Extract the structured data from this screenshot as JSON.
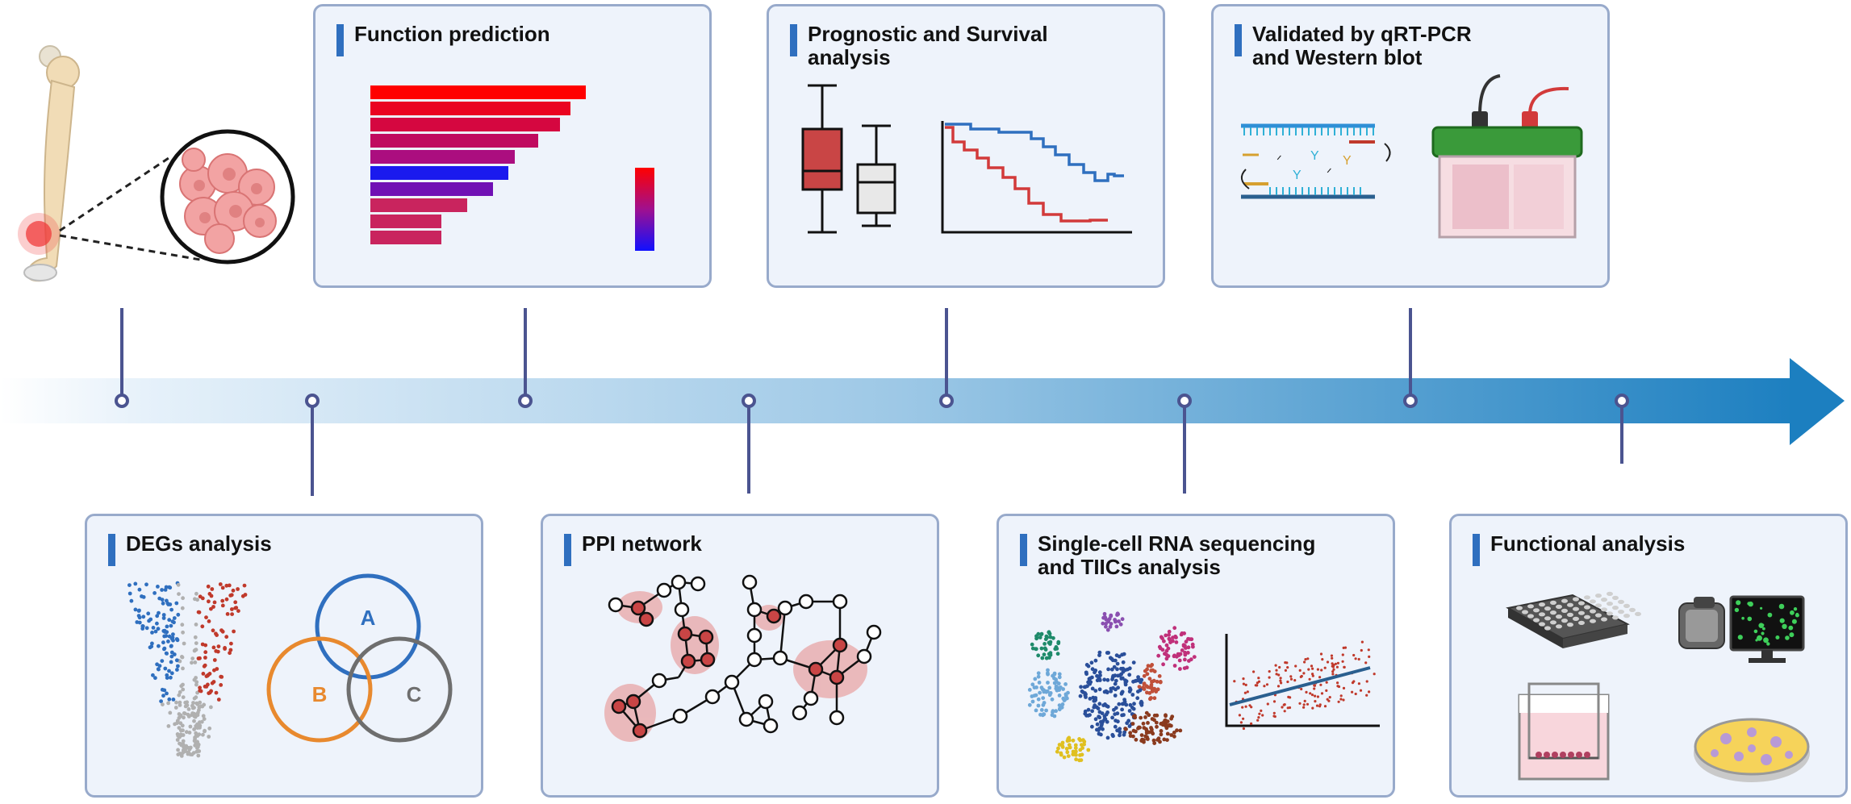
{
  "panels": {
    "function_prediction": {
      "title": "Function prediction"
    },
    "prognostic": {
      "title_line1": "Prognostic and Survival",
      "title_line2": "analysis"
    },
    "validated": {
      "title_line1": "Validated by qRT-PCR",
      "title_line2": "and Western blot"
    },
    "degs": {
      "title": "DEGs analysis",
      "venn": {
        "a": "A",
        "b": "B",
        "c": "C"
      }
    },
    "ppi": {
      "title": "PPI network"
    },
    "single_cell": {
      "title_line1": "Single-cell RNA sequencing",
      "title_line2": "and TIICs analysis"
    },
    "functional": {
      "title": "Functional analysis"
    }
  },
  "function_bars": [
    1.0,
    0.93,
    0.88,
    0.78,
    0.67,
    0.64,
    0.57,
    0.45,
    0.33,
    0.33
  ],
  "colors": {
    "panel_bg": "#eef3fb",
    "panel_border": "#98aacb",
    "title_mark": "#2f6fbf",
    "timeline_line": "#4b5490",
    "arrow_start": "#e9f3fb",
    "arrow_end": "#1c7fc0",
    "red": "#c0392b",
    "blue": "#2f6fbf",
    "orange": "#e8892e",
    "gray": "#6e6e6e"
  },
  "icons": [
    "bone-icon",
    "tumor-cells-icon",
    "venn-diagram-icon",
    "volcano-plot-icon",
    "box-plot-icon",
    "survival-curve-icon",
    "dna-strand-icon",
    "western-blot-tank-icon",
    "network-icon",
    "umap-cluster-icon",
    "scatter-plot-icon",
    "well-plate-icon",
    "microscope-icon",
    "monitor-icon",
    "transwell-icon",
    "petri-dish-icon"
  ]
}
